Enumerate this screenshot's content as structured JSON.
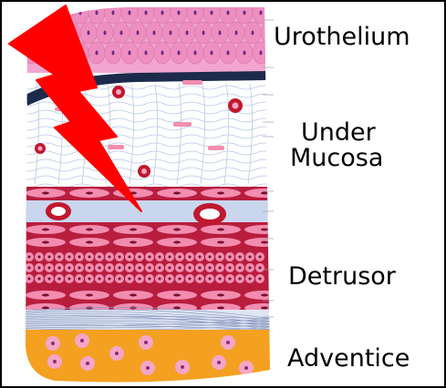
{
  "labels": {
    "urothelium": "Urothelium",
    "under_line1": "Under",
    "under_line2": "Mucosa",
    "detrusor": "Detrusor",
    "adventice": "Adventice"
  },
  "colors": {
    "urothelium": "#f2a6cf",
    "cell_pink": "#ef8fbf",
    "basement": "#1c2a4c",
    "muscle": "#b81d3d",
    "muscle_cell": "#f28db0",
    "adventitia": "#f4a020",
    "adventitia_cell": "#f4a6c8",
    "lightning": "#ff0000",
    "vessel": "#c0182f",
    "submucosa_lines": "#b9c7e6"
  },
  "icons": {
    "injury": "lightning-bolt-icon"
  }
}
